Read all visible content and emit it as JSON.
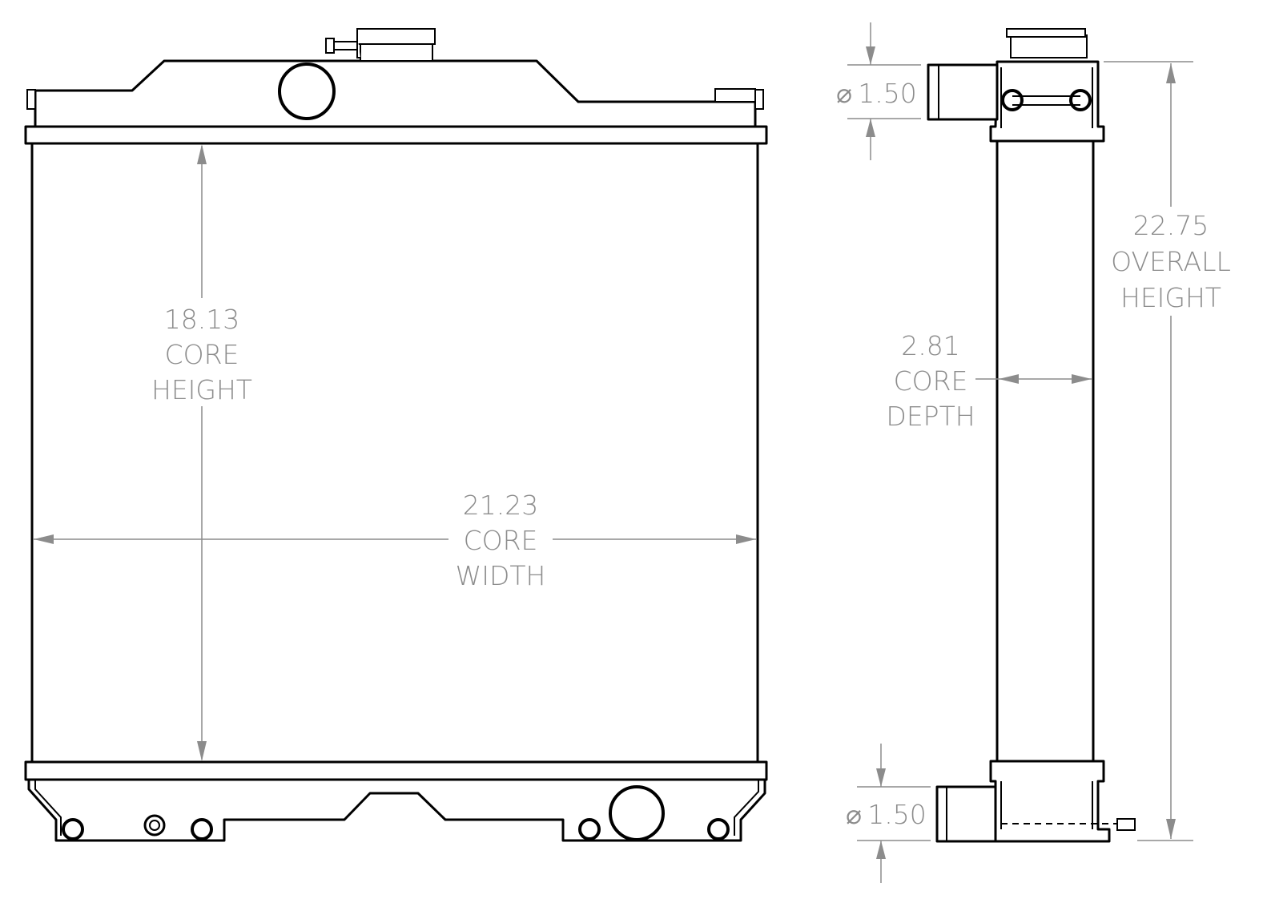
{
  "front_view": {
    "core_height": {
      "value": "18.13",
      "line1": "CORE",
      "line2": "HEIGHT"
    },
    "core_width": {
      "value": "21.23",
      "line1": "CORE",
      "line2": "WIDTH"
    }
  },
  "side_view": {
    "inlet_diameter": {
      "symbol": "⌀",
      "value": "1.50"
    },
    "outlet_diameter": {
      "symbol": "⌀",
      "value": "1.50"
    },
    "core_depth": {
      "value": "2.81",
      "line1": "CORE",
      "line2": "DEPTH"
    },
    "overall_height": {
      "value": "22.75",
      "line1": "OVERALL",
      "line2": "HEIGHT"
    }
  },
  "colors": {
    "outline": "#000000",
    "dimension": "#8c8c8c"
  }
}
